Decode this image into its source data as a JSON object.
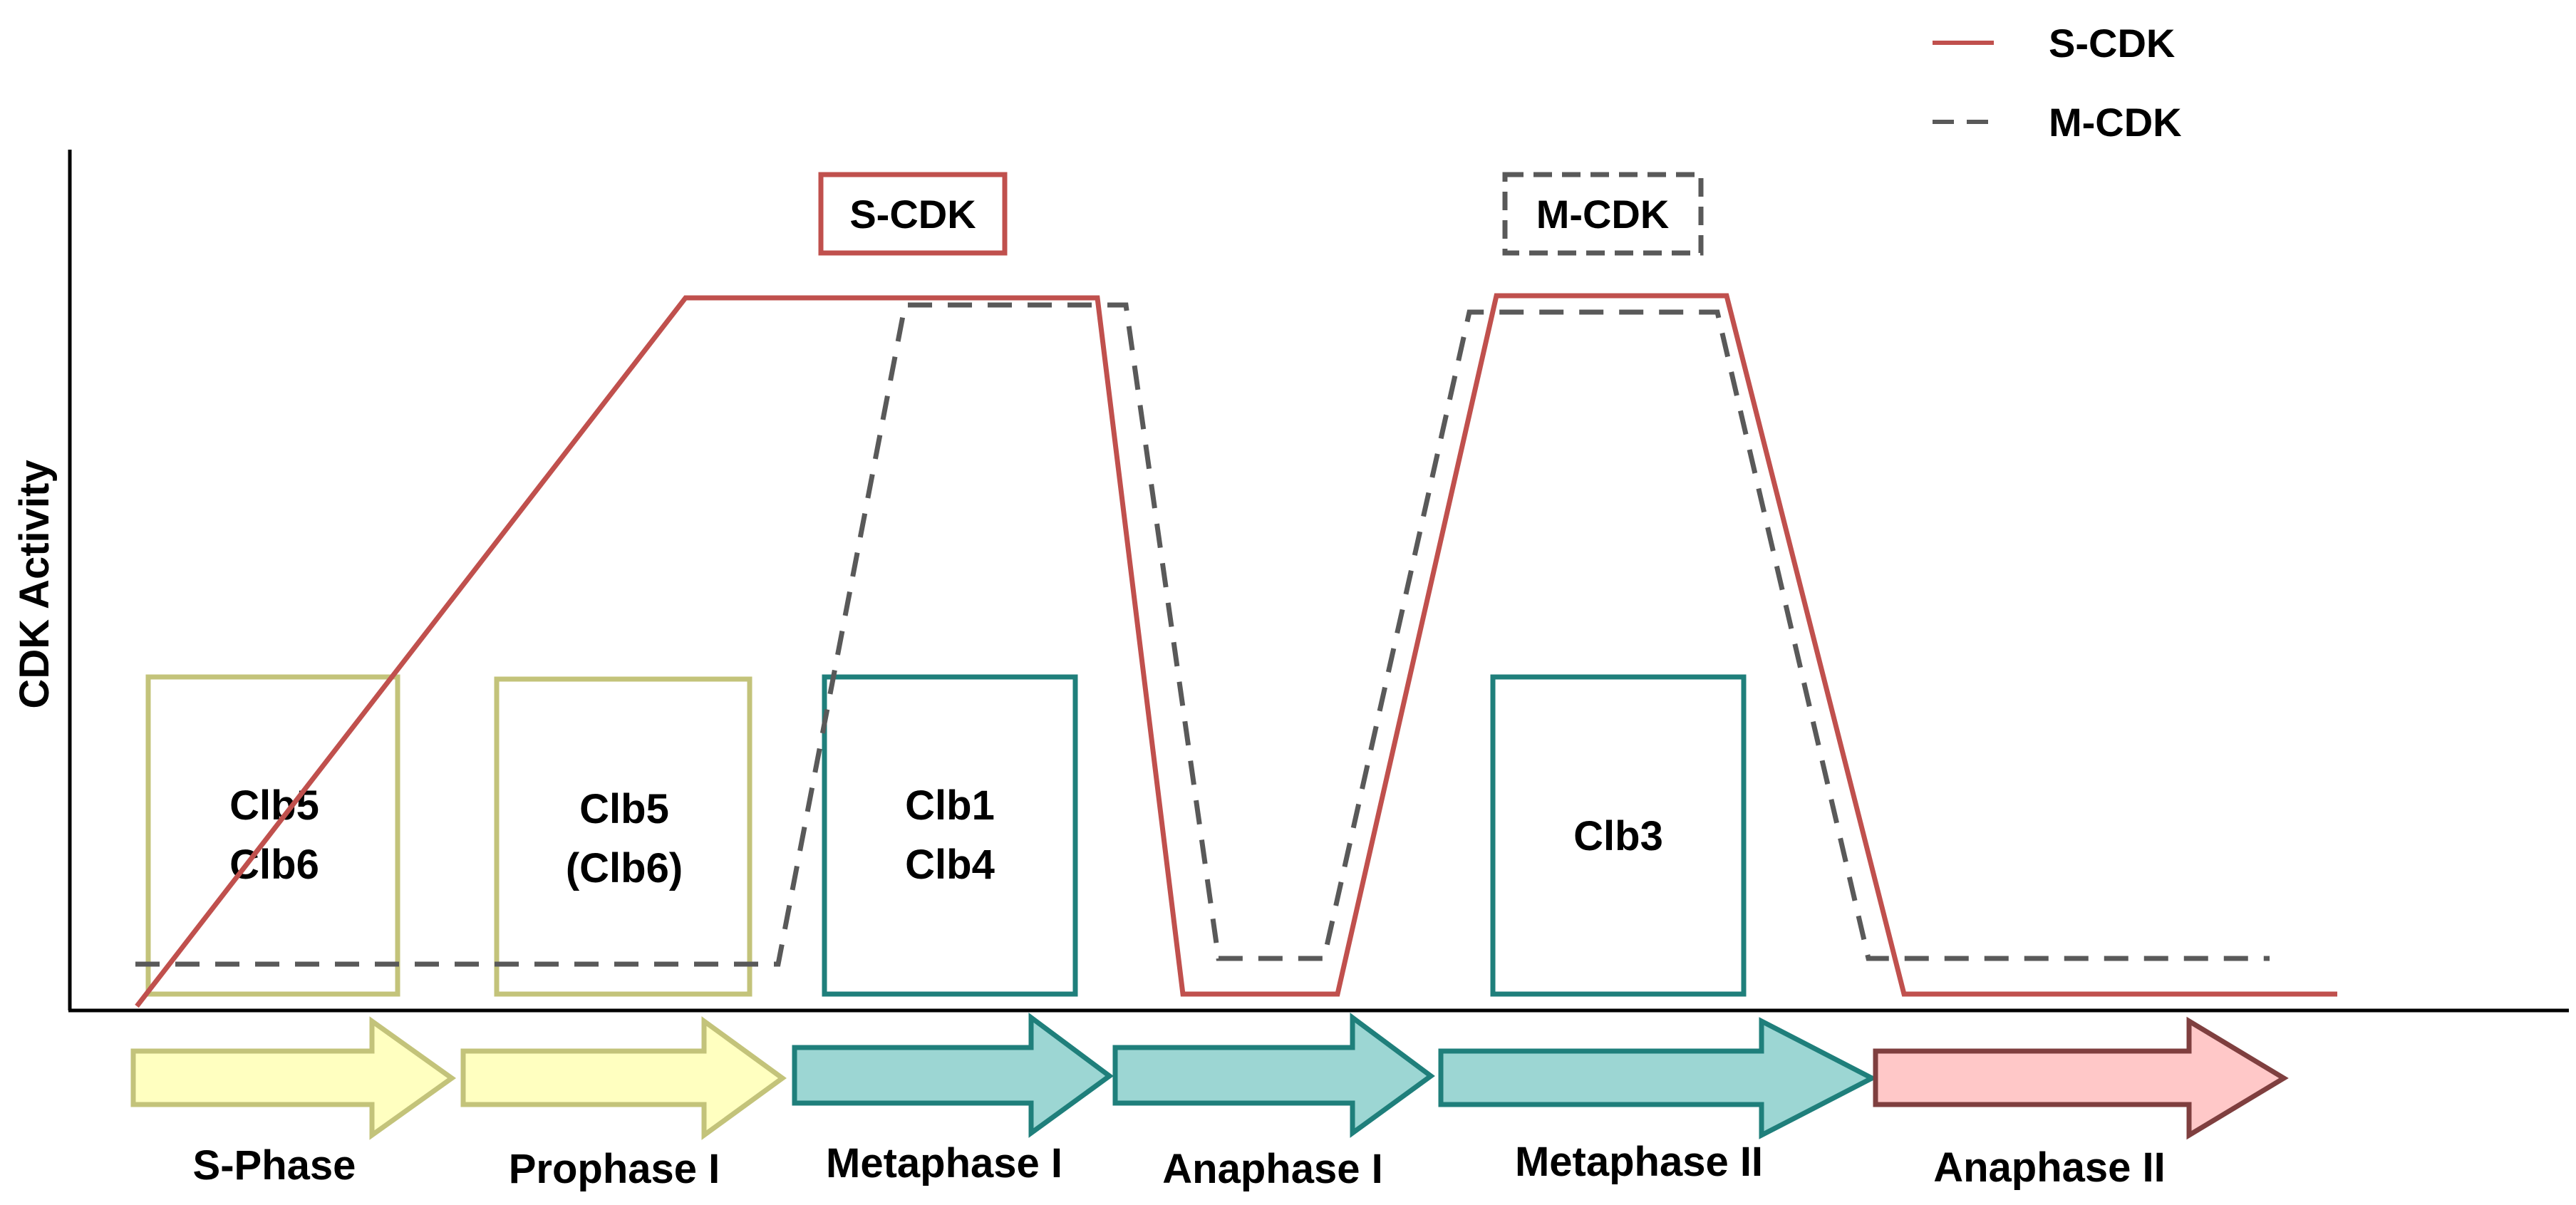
{
  "axis": {
    "y_label": "CDK Activity"
  },
  "legend": {
    "items": [
      {
        "label": "S-CDK",
        "color": "#c0504d",
        "dash": "solid"
      },
      {
        "label": "M-CDK",
        "color": "#595959",
        "dash": "dashed"
      }
    ]
  },
  "peak_labels": {
    "s_cdk": "S-CDK",
    "m_cdk": "M-CDK"
  },
  "cyclin_boxes": [
    {
      "lines": [
        "Clb5",
        "Clb6"
      ],
      "color": "#c3c37a"
    },
    {
      "lines": [
        "Clb5",
        "(Clb6)"
      ],
      "color": "#c3c37a"
    },
    {
      "lines": [
        "Clb1",
        "Clb4"
      ],
      "color": "#1f7f7b"
    },
    {
      "lines": [
        "Clb3"
      ],
      "color": "#1f7f7b"
    }
  ],
  "phases": [
    {
      "label": "S-Phase",
      "fill": "#ffffc0",
      "stroke": "#c3c37a"
    },
    {
      "label": "Prophase I",
      "fill": "#ffffc0",
      "stroke": "#c3c37a"
    },
    {
      "label": "Metaphase I",
      "fill": "#9cd6d3",
      "stroke": "#1f7f7b"
    },
    {
      "label": "Anaphase I",
      "fill": "#9cd6d3",
      "stroke": "#1f7f7b"
    },
    {
      "label": "Metaphase II",
      "fill": "#9cd6d3",
      "stroke": "#1f7f7b"
    },
    {
      "label": "Anaphase II",
      "fill": "#ffc8c8",
      "stroke": "#7f3f3f"
    }
  ]
}
